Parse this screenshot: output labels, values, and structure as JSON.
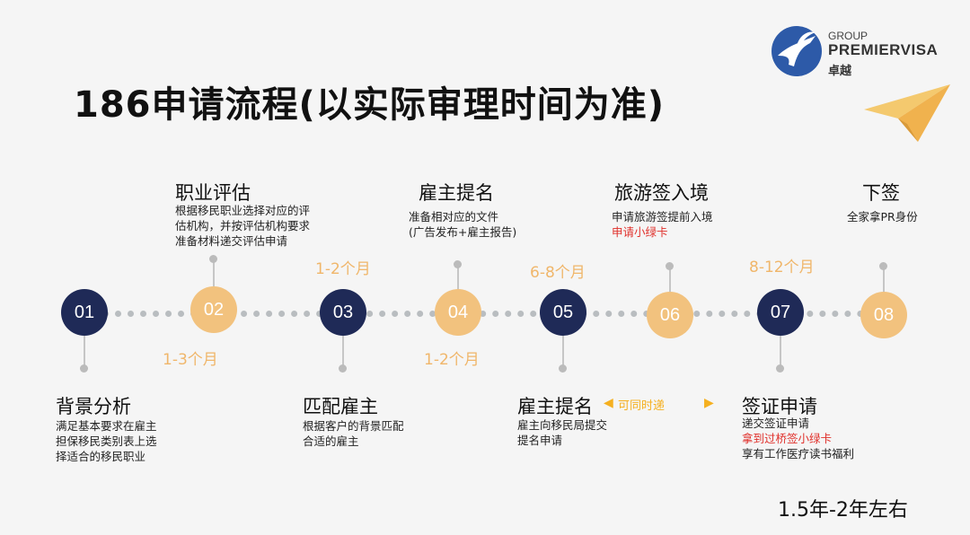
{
  "title": "186申请流程(以实际审理时间为准)",
  "logo": {
    "group": "GROUP",
    "brand": "PREMIERVISA",
    "cn": "卓越"
  },
  "steps": [
    {
      "num": "01",
      "label": "背景分析",
      "desc": [
        "满足基本要求在雇主",
        "担保移民类别表上选",
        "择适合的移民职业"
      ]
    },
    {
      "num": "02",
      "label": "职业评估",
      "desc": [
        "根据移民职业选择对应的评",
        "估机构，并按评估机构要求",
        "准备材料递交评估申请"
      ]
    },
    {
      "num": "03",
      "label": "匹配雇主",
      "desc": [
        "根据客户的背景匹配",
        "合适的雇主"
      ]
    },
    {
      "num": "04",
      "label": "雇主提名",
      "desc": [
        "准备相对应的文件",
        "(广告发布+雇主报告)"
      ]
    },
    {
      "num": "05",
      "label": "雇主提名",
      "desc": [
        "雇主向移民局提交",
        "提名申请"
      ]
    },
    {
      "num": "06",
      "label": "旅游签入境",
      "desc": [
        "申请旅游签提前入境"
      ],
      "highlight": "申请小绿卡"
    },
    {
      "num": "07",
      "label": "签证申请",
      "desc": [
        "递交签证申请"
      ],
      "highlight": "拿到过桥签小绿卡",
      "extra": "享有工作医疗读书福利"
    },
    {
      "num": "08",
      "label": "下签",
      "desc": [
        "全家拿PR身份"
      ]
    }
  ],
  "durations": {
    "d1": "1-3个月",
    "d2": "1-2个月",
    "d3": "1-2个月",
    "d4": "6-8个月",
    "d5": "8-12个月"
  },
  "simultaneous": "可同时递",
  "footer": "1.5年-2年左右",
  "colors": {
    "dark": "#1f2a57",
    "gold": "#f2c27e",
    "duration": "#f0b66a",
    "highlight": "#e0302b",
    "arrow": "#f5b020"
  }
}
